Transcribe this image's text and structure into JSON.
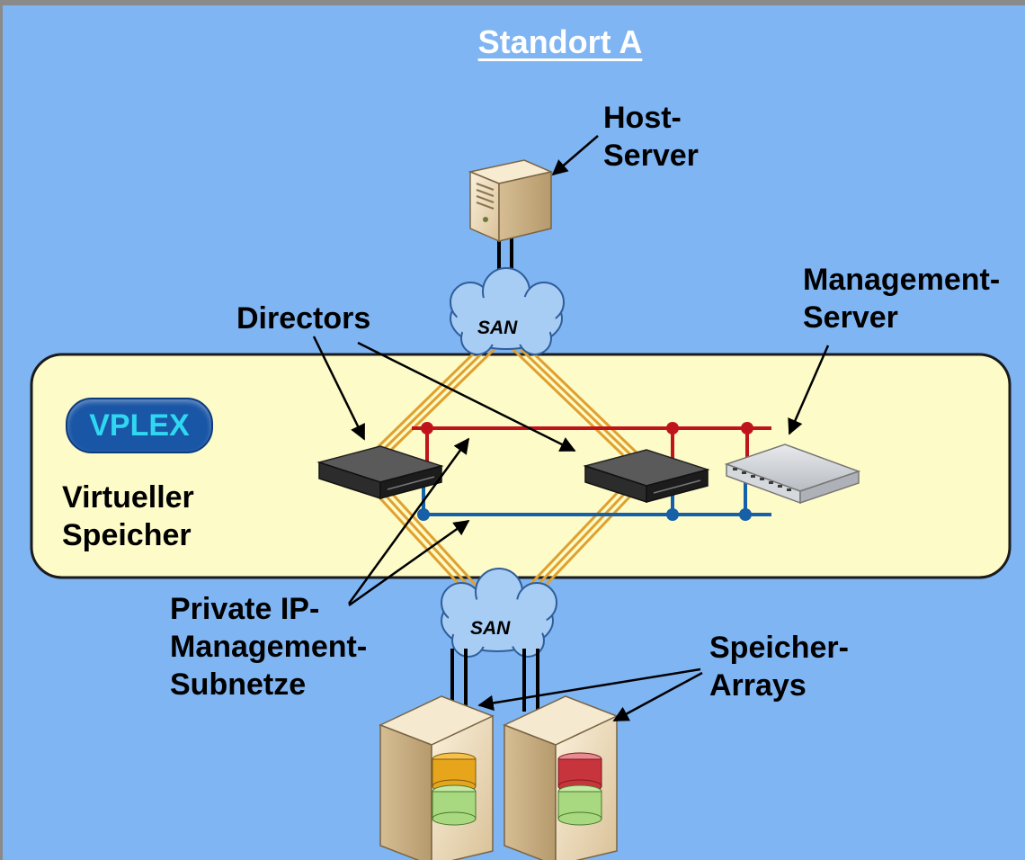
{
  "title": "Standort A",
  "labels": {
    "host_server": [
      "Host-",
      "Server"
    ],
    "management_server": [
      "Management-",
      "Server"
    ],
    "directors": "Directors",
    "virtual_storage": [
      "Virtueller",
      "Speicher"
    ],
    "private_ip": [
      "Private IP-",
      "Management-",
      "Subnetze"
    ],
    "storage_arrays": [
      "Speicher-",
      "Arrays"
    ]
  },
  "vplex_badge": "VPLEX",
  "san_top": "SAN",
  "san_bottom": "SAN",
  "colors": {
    "background": "#7fb5f3",
    "vplex_zone": "#fdfbc8",
    "san_link": "#e0a030",
    "mgmt_red": "#c0141c",
    "mgmt_blue": "#1560a8",
    "title_text": "#ffffff"
  }
}
